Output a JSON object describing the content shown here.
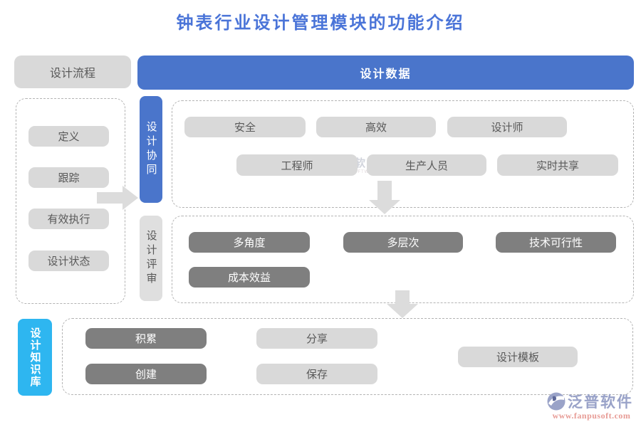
{
  "title": "钟表行业设计管理模块的功能介绍",
  "flow": {
    "label": "设计流程",
    "items": [
      "定义",
      "跟踪",
      "有效执行",
      "设计状态"
    ]
  },
  "banner": {
    "label": "设计数据"
  },
  "collab": {
    "label": "设计协同",
    "row1": [
      "安全",
      "高效",
      "设计师"
    ],
    "row2": [
      "工程师",
      "生产人员",
      "实时共享"
    ]
  },
  "review": {
    "label": "设计评审",
    "row1": [
      "多角度",
      "多层次",
      "技术可行性"
    ],
    "row2": [
      "成本效益"
    ]
  },
  "knowledge": {
    "label": "设计知识库",
    "dark": [
      "积累",
      "创建"
    ],
    "light": [
      "分享",
      "保存"
    ],
    "template": "设计模板"
  },
  "watermark": {
    "text": "泛普软件",
    "subtext": "FANPU SOFTWARE"
  },
  "brand": {
    "name": "泛普软件",
    "url": "www.fanpusoft.com"
  },
  "colors": {
    "accent_blue": "#4a75cb",
    "title_blue": "#4a74d8",
    "cyan": "#2eb6f0",
    "light_gray": "#d9d9d9",
    "dark_gray": "#7f7f7f",
    "arrow_gray": "#dcdcdc"
  }
}
